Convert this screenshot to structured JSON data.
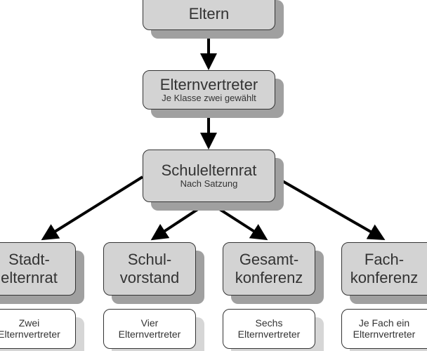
{
  "top": {
    "title": "Eltern"
  },
  "level2": {
    "title": "Elternvertreter",
    "subtitle": "Je Klasse zwei gewählt"
  },
  "level3": {
    "title": "Schulelternrat",
    "subtitle": "Nach Satzung"
  },
  "bodies": [
    {
      "line1": "Stadt-",
      "line2": "elternrat",
      "note1": "Zwei",
      "note2": "Elternvertreter"
    },
    {
      "line1": "Schul-",
      "line2": "vorstand",
      "note1": "Vier",
      "note2": "Elternvertreter"
    },
    {
      "line1": "Gesamt-",
      "line2": "konferenz",
      "note1": "Sechs",
      "note2": "Elternvertreter"
    },
    {
      "line1": "Fach-",
      "line2": "konferenz",
      "note1": "Je Fach ein",
      "note2": "Elternvertreter"
    }
  ]
}
